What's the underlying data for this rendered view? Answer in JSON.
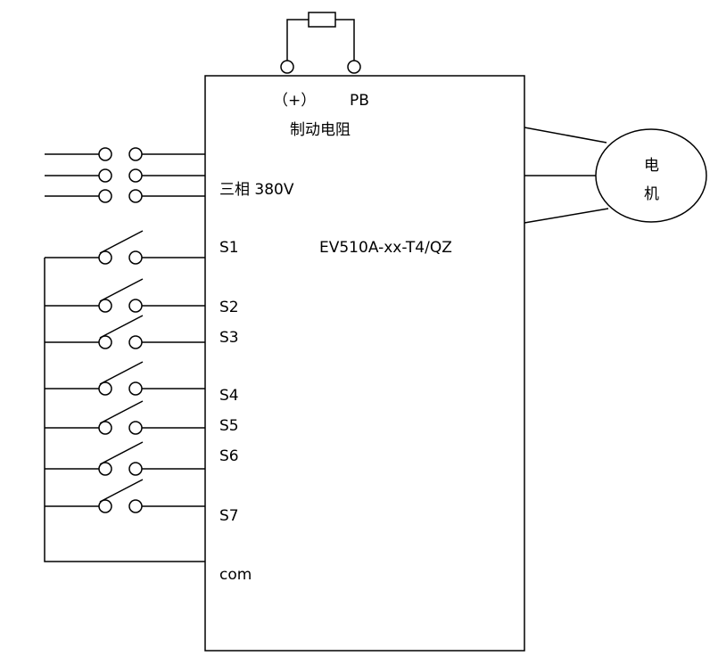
{
  "device": {
    "model": "EV510A-xx-T4/QZ"
  },
  "brake": {
    "plus_label": "（+）",
    "pb_label": "PB",
    "resistor_label": "制动电阻"
  },
  "power": {
    "label": "三相 380V"
  },
  "motor": {
    "line1": "电",
    "line2": "机"
  },
  "inputs": [
    "S1",
    "S2",
    "S3",
    "S4",
    "S5",
    "S6",
    "S7"
  ],
  "common": {
    "label": "com"
  }
}
